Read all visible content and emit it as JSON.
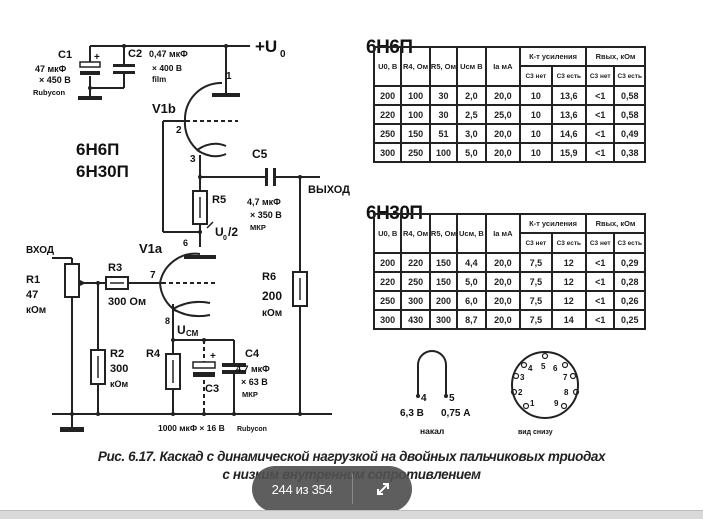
{
  "viewer": {
    "page_counter": "244 из 354",
    "expand_icon": "expand-arrows-icon"
  },
  "figure": {
    "caption_line1": "Рис. 6.17. Каскад с динамической нагрузкой на двойных пальчиковых триодах",
    "caption_line2": "с низким внутренним сопротивлением"
  },
  "schematic": {
    "supply_label": "+U",
    "supply_sub": "0",
    "tube_types": [
      "6Н6П",
      "6Н30П"
    ],
    "v1b_label": "V1b",
    "v1a_label": "V1a",
    "pins": {
      "p1": "1",
      "p2": "2",
      "p3": "3",
      "p6": "6",
      "p7": "7",
      "p8": "8"
    },
    "c1": {
      "name": "C1",
      "value": "47 мкФ",
      "voltage": "× 450 В",
      "maker": "Rubycon"
    },
    "c2": {
      "name": "C2",
      "value": "0,47 мкФ",
      "voltage": "× 400 В",
      "type": "film"
    },
    "c5": {
      "name": "C5",
      "value": "4,7 мкФ",
      "voltage": "× 350 В",
      "type": "МКР"
    },
    "r5": {
      "name": "R5"
    },
    "mid_voltage": "U",
    "mid_voltage_sub": "0",
    "mid_voltage_suffix": "/2",
    "output_label": "ВЫХОД",
    "input_label": "ВХОД",
    "r1": {
      "name": "R1",
      "value": "47",
      "unit": "кОм"
    },
    "r3": {
      "name": "R3",
      "value": "300 Ом"
    },
    "r6": {
      "name": "R6",
      "value": "200",
      "unit": "кОм"
    },
    "bias_label": "U",
    "bias_sub": "СМ",
    "r2": {
      "name": "R2",
      "value": "300",
      "unit": "кОм"
    },
    "r4": {
      "name": "R4"
    },
    "c3": {
      "name": "C3",
      "plus": "+",
      "value": "1000 мкФ × 16 В",
      "maker": "Rubycon"
    },
    "c4": {
      "name": "C4",
      "value": "4,7 мкФ",
      "voltage": "× 63 В",
      "type": "МКР"
    },
    "c1_plus": "+"
  },
  "table_6n6p": {
    "title": "6Н6П",
    "headers": {
      "u0": "U0, В",
      "r4": "R4, Ом",
      "r5": "R5, Ом",
      "ucm": "Uсм В",
      "ia": "Iа мА",
      "gain": "К-т усиления",
      "rout": "Rвых, кОм",
      "c3_no": "С3 нет",
      "c3_yes": "С3 есть"
    },
    "rows": [
      [
        "200",
        "100",
        "30",
        "2,0",
        "20,0",
        "10",
        "13,6",
        "<1",
        "0,58"
      ],
      [
        "220",
        "100",
        "30",
        "2,5",
        "25,0",
        "10",
        "13,6",
        "<1",
        "0,58"
      ],
      [
        "250",
        "150",
        "51",
        "3,0",
        "20,0",
        "10",
        "14,6",
        "<1",
        "0,49"
      ],
      [
        "300",
        "250",
        "100",
        "5,0",
        "20,0",
        "10",
        "15,9",
        "<1",
        "0,38"
      ]
    ]
  },
  "table_6n30p": {
    "title": "6Н30П",
    "headers": {
      "u0": "U0, В",
      "r4": "R4, Ом",
      "r5": "R5, Ом",
      "ucm": "Uсм, В",
      "ia": "Iа мА",
      "gain": "К-т усиления",
      "rout": "Rвых, кОм",
      "c3_no": "С3 нет",
      "c3_yes": "С3 есть"
    },
    "rows": [
      [
        "200",
        "220",
        "150",
        "4,4",
        "20,0",
        "7,5",
        "12",
        "<1",
        "0,29"
      ],
      [
        "220",
        "250",
        "150",
        "5,0",
        "20,0",
        "7,5",
        "12",
        "<1",
        "0,28"
      ],
      [
        "250",
        "300",
        "200",
        "6,0",
        "20,0",
        "7,5",
        "12",
        "<1",
        "0,26"
      ],
      [
        "300",
        "430",
        "300",
        "8,7",
        "20,0",
        "7,5",
        "14",
        "<1",
        "0,25"
      ]
    ]
  },
  "heater": {
    "pin_a": "4",
    "pin_b": "5",
    "voltage": "6,3 В",
    "current": "0,75 А",
    "label": "накал"
  },
  "socket": {
    "pins": [
      "1",
      "2",
      "3",
      "4",
      "5",
      "6",
      "7",
      "8",
      "9"
    ],
    "label": "вид снизу"
  }
}
